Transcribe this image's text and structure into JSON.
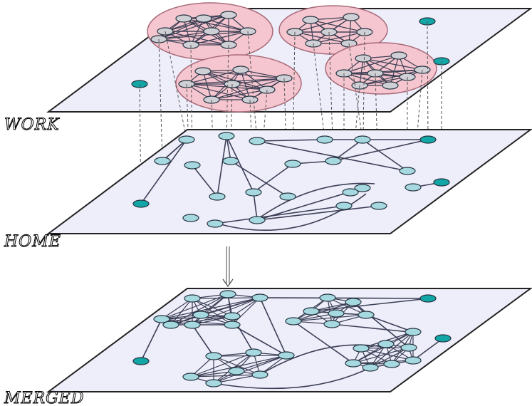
{
  "layers": [
    {
      "id": "work",
      "label": "WORK"
    },
    {
      "id": "home",
      "label": "HOME"
    },
    {
      "id": "merged",
      "label": "MERGED"
    }
  ],
  "colors": {
    "plane_fill": "#eeeefb",
    "plane_stroke": "#222222",
    "node_light": "#a6d8e0",
    "node_dark": "#12a6a6",
    "node_gray": "#cfcfd6",
    "cluster_fill": "#f5c6cf",
    "cluster_stroke": "#a86a78",
    "edge": "#3c3f55",
    "connector": "#555555"
  }
}
